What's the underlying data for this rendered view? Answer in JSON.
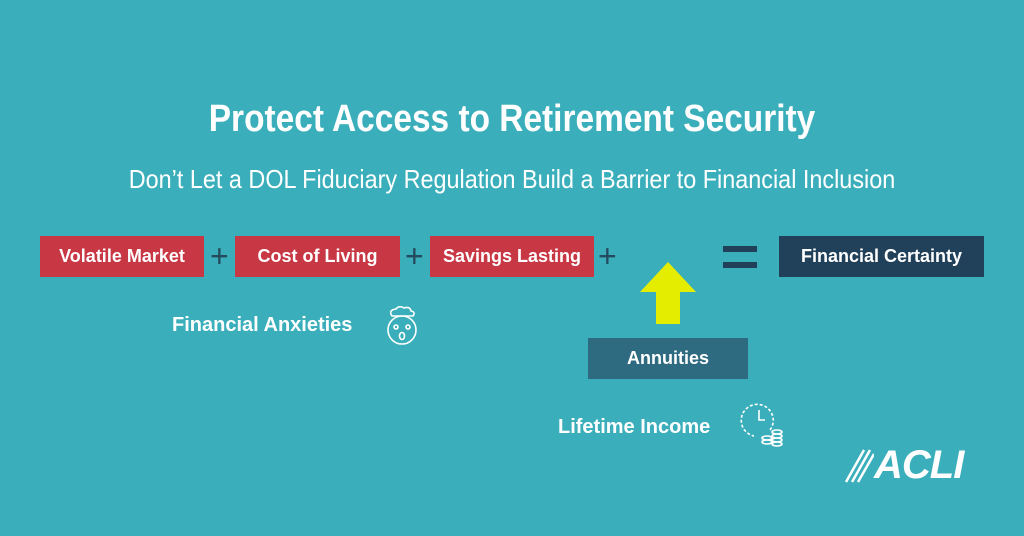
{
  "title": "Protect Access to Retirement Security",
  "subtitle": "Don’t Let a DOL Fiduciary Regulation Build a Barrier to Financial Inclusion",
  "equation": {
    "terms": [
      "Volatile Market",
      "Cost of Living",
      "Savings Lasting"
    ],
    "plus": "+",
    "equals": "=",
    "result": "Financial Certainty"
  },
  "anxieties_label": "Financial Anxieties",
  "annuities_label": "Annuities",
  "lifetime_income_label": "Lifetime Income",
  "logo": "ACLI",
  "colors": {
    "background": "#3aafbb",
    "red": "#c83744",
    "navy": "#21405a",
    "annuities": "#2f6b80",
    "arrow": "#e4ec00"
  }
}
